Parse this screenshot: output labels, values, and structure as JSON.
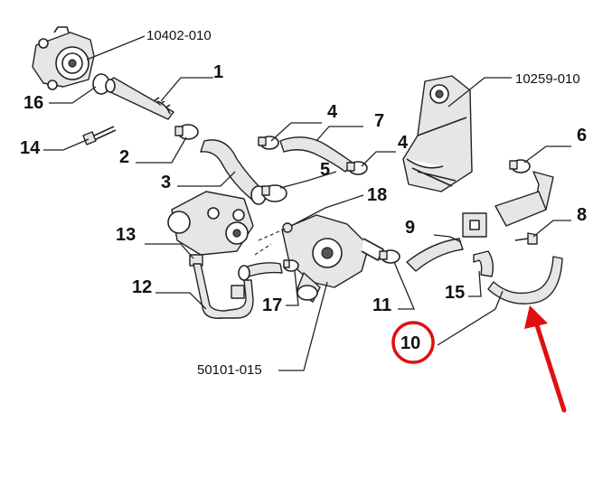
{
  "callouts": {
    "c1": "1",
    "c2": "2",
    "c3": "3",
    "c4a": "4",
    "c4b": "4",
    "c5": "5",
    "c6": "6",
    "c7": "7",
    "c8": "8",
    "c9": "9",
    "c10": "10",
    "c11": "11",
    "c12": "12",
    "c13": "13",
    "c14": "14",
    "c15": "15",
    "c16": "16",
    "c17": "17",
    "c18": "18"
  },
  "part_codes": {
    "pump": "10402-010",
    "egr_cooler": "10259-010",
    "thermostat": "50101-015"
  },
  "highlight": {
    "callout": "10",
    "ring_color": "#e01010"
  },
  "arrow": {
    "color": "#e01010"
  },
  "colors": {
    "line": "#222222",
    "fill": "#e6e6e6",
    "background": "#ffffff"
  }
}
